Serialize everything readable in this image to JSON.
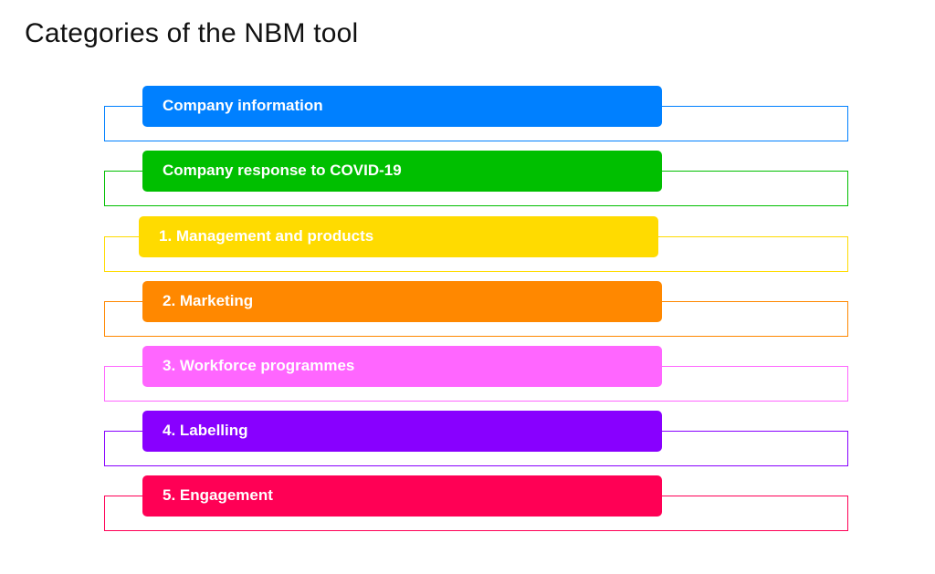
{
  "title": "Categories of the NBM tool",
  "categories": [
    {
      "label": "Company information",
      "color": "#0080ff"
    },
    {
      "label": "Company response to COVID-19",
      "color": "#00bf00"
    },
    {
      "label": "1. Management and products",
      "color": "#ffdb00"
    },
    {
      "label": "2. Marketing",
      "color": "#ff8800"
    },
    {
      "label": "3. Workforce programmes",
      "color": "#ff66ff"
    },
    {
      "label": "4. Labelling",
      "color": "#8800ff"
    },
    {
      "label": "5. Engagement",
      "color": "#ff0055"
    }
  ]
}
